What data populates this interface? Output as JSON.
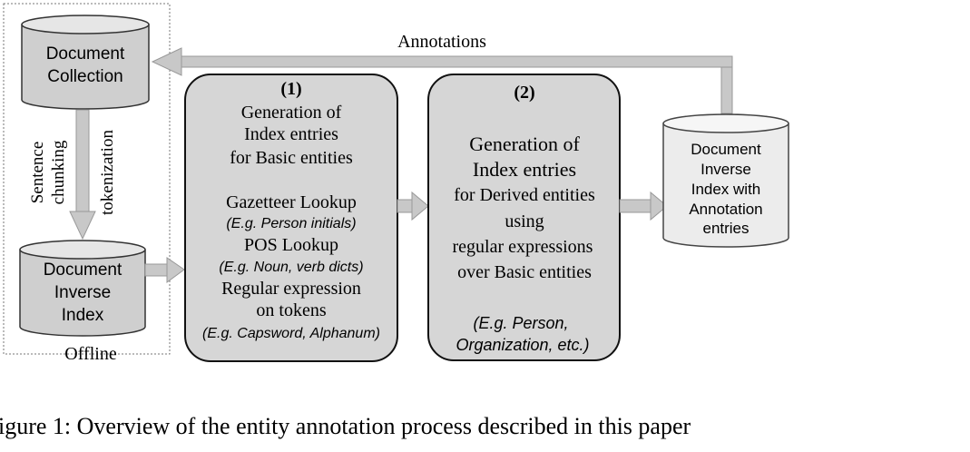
{
  "diagram": {
    "doc_collection": [
      "Document",
      "Collection"
    ],
    "doc_inverse_index": [
      "Document",
      "Inverse",
      "Index"
    ],
    "offline_label": "Offline",
    "vertical_labels": [
      "Sentence",
      "chunking",
      "tokenization"
    ],
    "annotations_label": "Annotations",
    "box1": {
      "number": "(1)",
      "lines": [
        "Generation of",
        "Index entries",
        "for Basic entities",
        "Gazetteer Lookup",
        "(E.g. Person initials)",
        "POS Lookup",
        "(E.g. Noun, verb dicts)",
        "Regular expression",
        "on tokens",
        "(E.g. Capsword, Alphanum)"
      ]
    },
    "box2": {
      "number": "(2)",
      "lines": [
        "Generation of",
        "Index entries",
        "for Derived entities",
        "using",
        "regular expressions",
        "over Basic entities",
        "(E.g. Person,",
        "Organization, etc.)"
      ]
    },
    "doc_annotation_index": [
      "Document",
      "Inverse",
      "Index with",
      "Annotation",
      "entries"
    ]
  },
  "caption": "igure 1: Overview of the entity annotation process described in this paper"
}
